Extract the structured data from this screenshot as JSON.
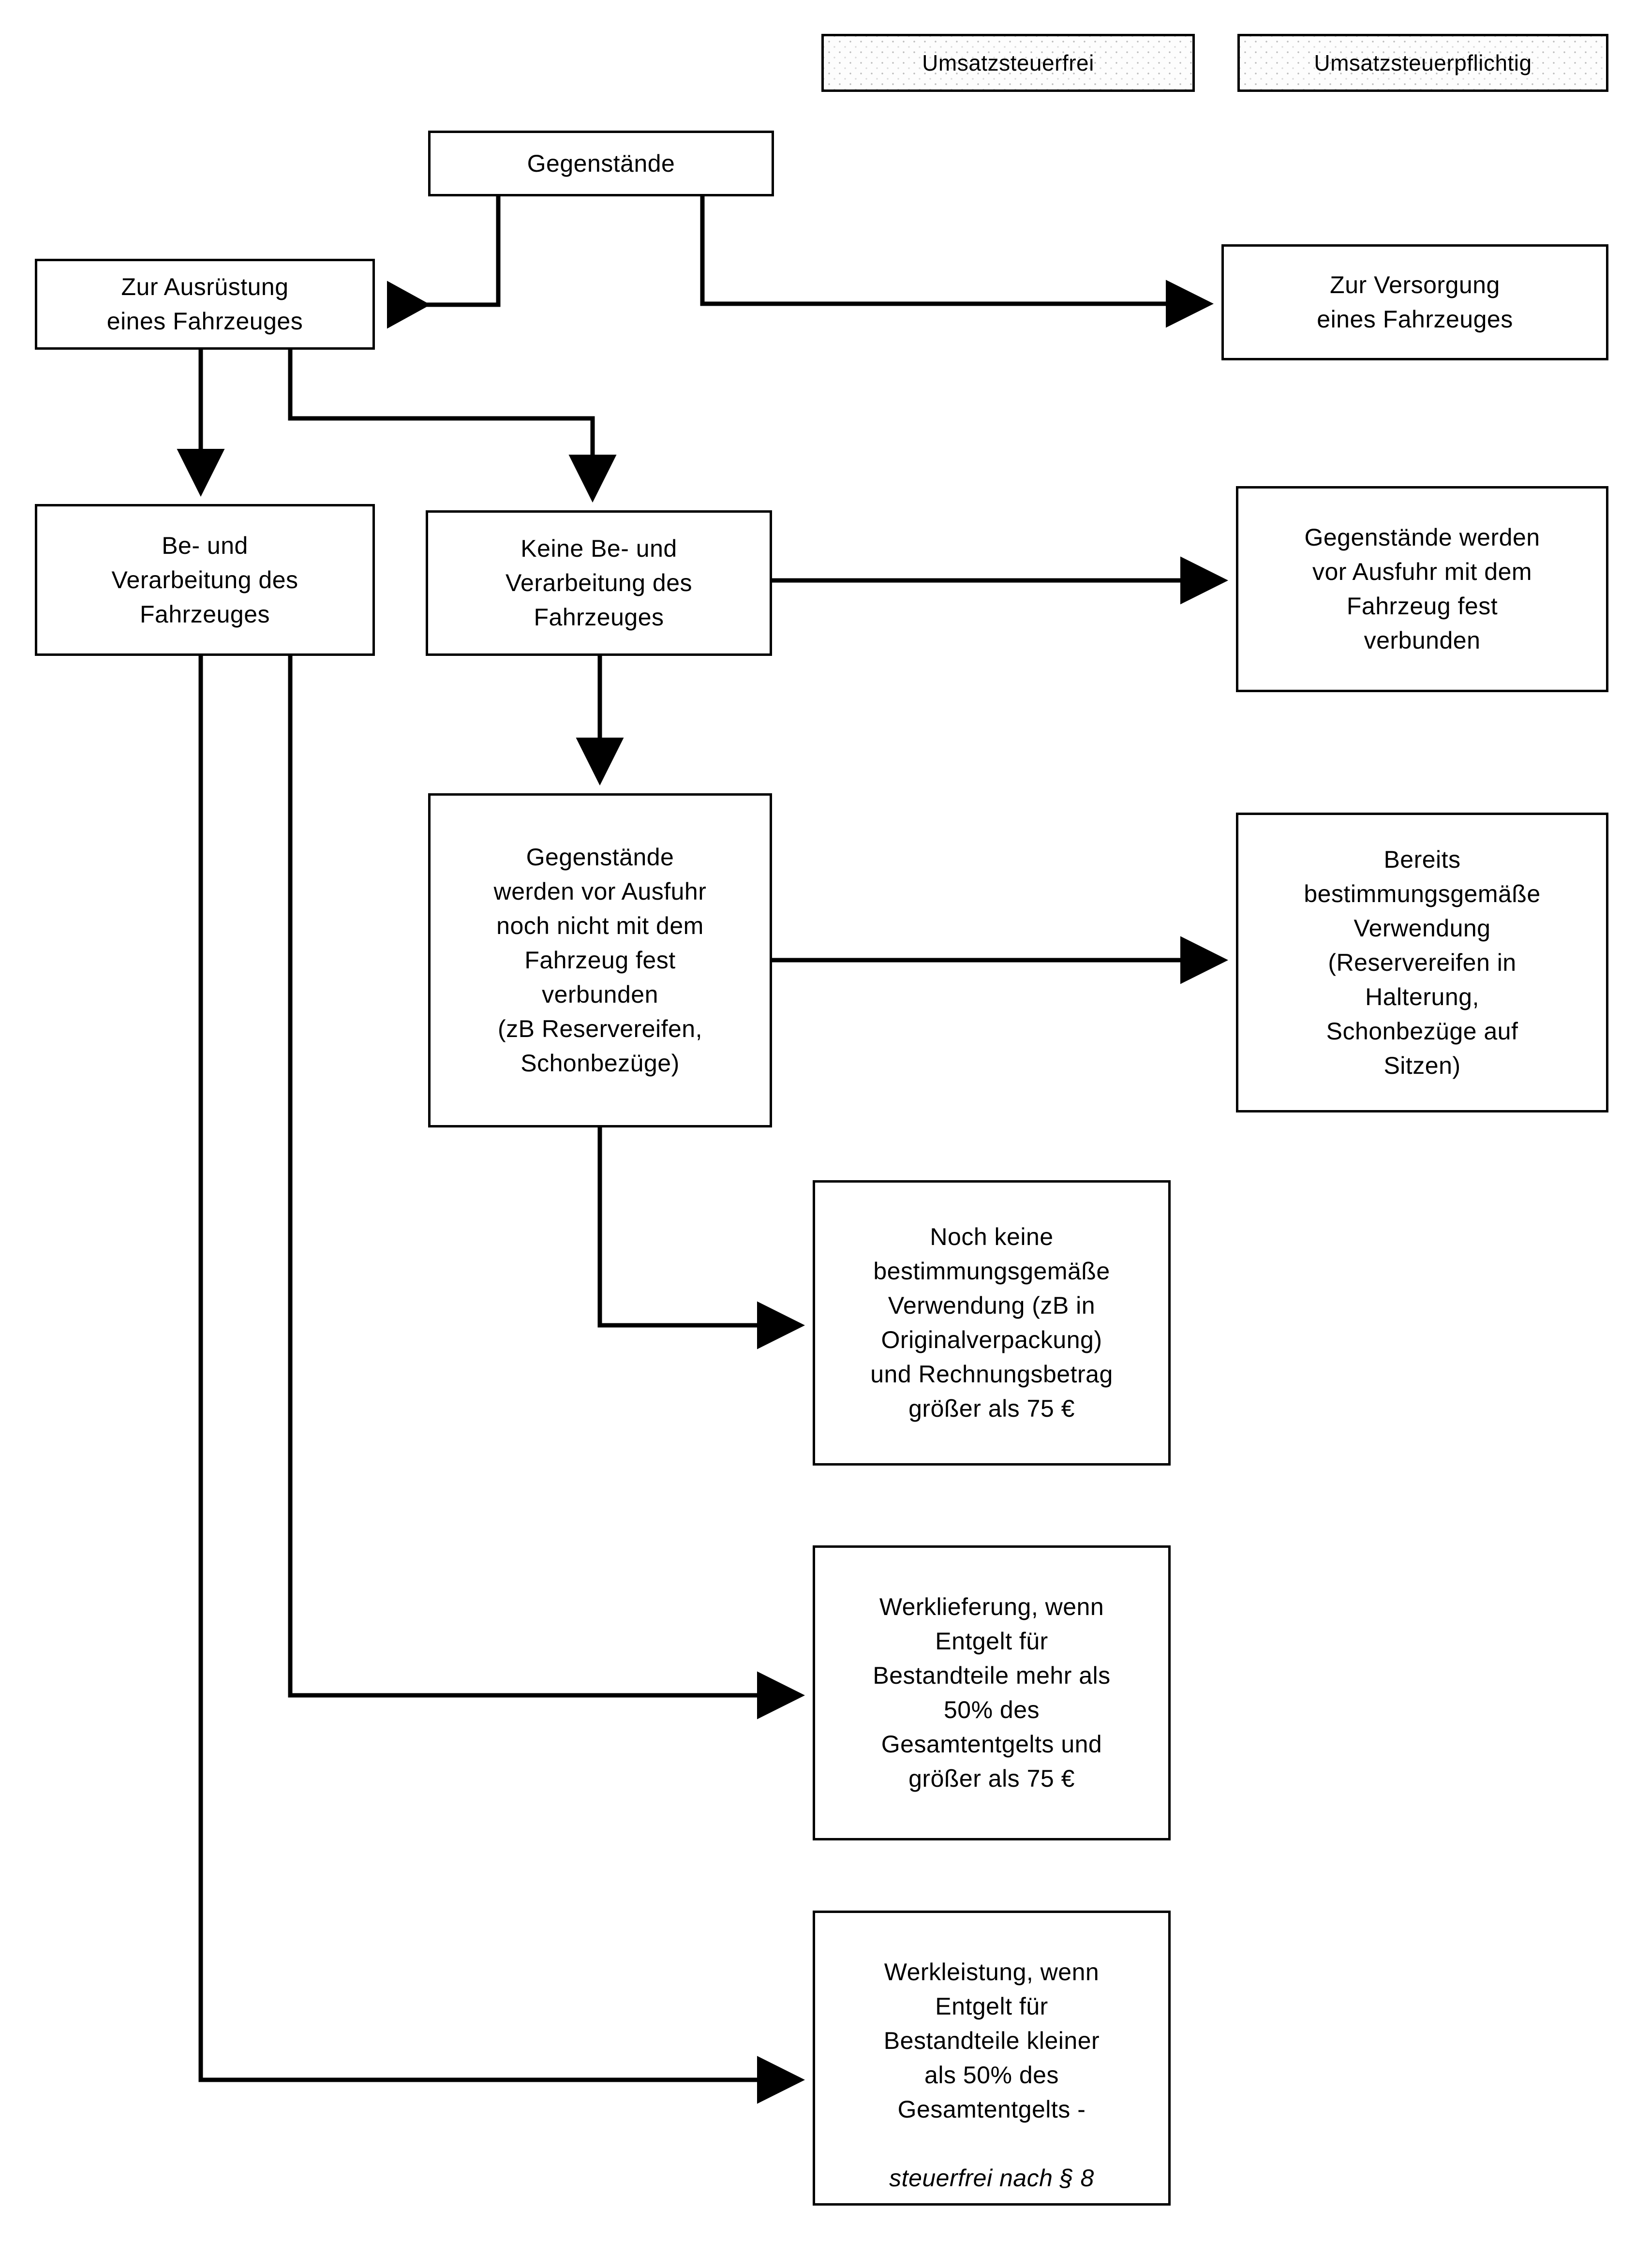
{
  "legend": {
    "items": [
      {
        "id": "tax-free",
        "label": "Umsatzsteuerfrei"
      },
      {
        "id": "taxable",
        "label": "Umsatzsteuerpflichtig"
      }
    ]
  },
  "nodes": {
    "root": "Gegenstände",
    "equipment": "Zur Ausrüstung\neines Fahrzeuges",
    "supply": "Zur Versorgung\neines Fahrzeuges",
    "processing": "Be- und\nVerarbeitung des\nFahrzeuges",
    "no_processing": "Keine Be- und\nVerarbeitung des\nFahrzeuges",
    "firmly_connected": "Gegenstände werden\nvor Ausfuhr mit dem\nFahrzeug fest\nverbunden",
    "not_yet_connected": "Gegenstände\nwerden vor Ausfuhr\nnoch nicht mit dem\nFahrzeug fest\nverbunden\n(zB Reservereifen,\nSchonbezüge)",
    "already_used": "Bereits\nbestimmungsgemäße\nVerwendung\n(Reservereifen in\nHalterung,\nSchonbezüge auf\nSitzen)",
    "not_yet_used": "Noch keine\nbestimmungsgemäße\nVerwendung (zB in\nOriginalverpackung)\nund Rechnungsbetrag\ngrößer als 75 €",
    "werklieferung": "Werklieferung, wenn\nEntgelt für\nBestandteile mehr als\n50% des\nGesamtentgelts und\ngrößer als 75 €",
    "werkleistung_main": "Werkleistung, wenn\nEntgelt für\nBestandteile kleiner\nals 50% des\nGesamtentgelts -",
    "werkleistung_note": "steuerfrei nach § 8"
  },
  "colors": {
    "stroke": "#000000",
    "fill": "#ffffff",
    "legend_pattern": "#c8c8c8"
  }
}
